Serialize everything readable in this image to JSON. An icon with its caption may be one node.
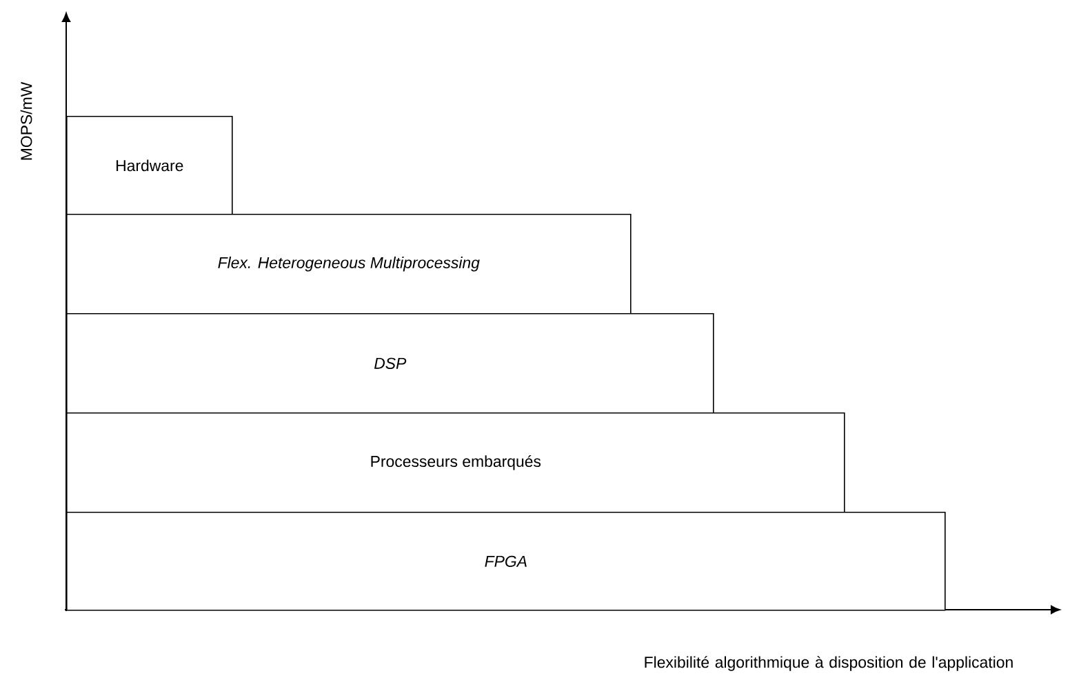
{
  "diagram": {
    "nodes": [
      {
        "text": [
          "Hardware"
        ]
      },
      {
        "text": [
          "Flex. Heterogeneous Multiprocessing"
        ]
      },
      {
        "text": [
          "DSP"
        ]
      },
      {
        "text": [
          "Processeurs embarqués"
        ]
      },
      {
        "text": [
          "FPGA"
        ]
      }
    ],
    "labels": [
      "MOPS/mW",
      "Flexibilité algorithmique à disposition de l'application"
    ]
  }
}
